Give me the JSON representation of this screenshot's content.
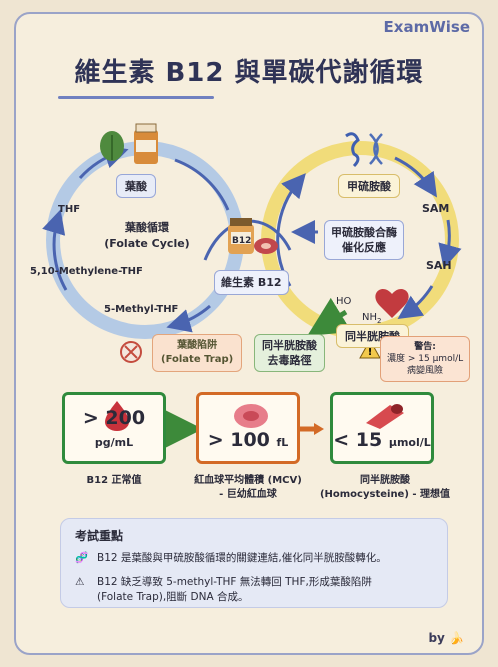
{
  "brand": "ExamWise",
  "title": "維生素 B12 與單碳代謝循環",
  "folate_cycle": {
    "top_label": "葉酸",
    "center_line1": "葉酸循環",
    "center_line2": "(Folate Cycle)",
    "thf": "THF",
    "methylene": "5,10-Methylene-THF",
    "methyl": "5-Methyl-THF"
  },
  "center": {
    "b12_jar": "B12",
    "b12_label": "維生素 B12"
  },
  "methionine_cycle": {
    "top_label": "甲硫胺酸",
    "sam": "SAM",
    "sah": "SAH",
    "enzyme_line1": "甲硫胺酸合酶",
    "enzyme_line2": "催化反應",
    "homocysteine": "同半胱胺酸",
    "ho": "HO",
    "nh2": "NH",
    "nh2_sub": "2"
  },
  "trap": {
    "line1": "葉酸陷阱",
    "line2": "(Folate Trap)"
  },
  "detox": {
    "line1": "同半胱胺酸",
    "line2": "去毒路徑"
  },
  "warning": {
    "line1": "警告:",
    "line2": "濃度 > 15 µmol/L",
    "line3": "病變風險"
  },
  "metrics": [
    {
      "value": "> 200",
      "unit": "pg/mL",
      "caption1": "B12 正常值",
      "caption2": "",
      "color": "#2f8a3c"
    },
    {
      "value": "> 100",
      "unit": "fL",
      "caption1": "紅血球平均體積 (MCV)",
      "caption2": "- 巨幼紅血球",
      "color": "#d36a26"
    },
    {
      "value": "< 15",
      "unit": "µmol/L",
      "caption1": "同半胱胺酸",
      "caption2": "(Homocysteine) - 理想值",
      "color": "#2f8a3c"
    }
  ],
  "key_points": {
    "heading": "考試重點",
    "point1": "B12 是葉酸與甲硫胺酸循環的關鍵連結,催化同半胱胺酸轉化。",
    "point2a": "B12 缺乏導致 5-methyl-THF 無法轉回 THF,形成葉酸陷阱",
    "point2b": "(Folate Trap),阻斷 DNA 合成。"
  },
  "signature": "by",
  "colors": {
    "blue_ring": "#7fa6d6",
    "yellow_ring": "#f1d257",
    "green": "#2f8a3c",
    "orange": "#d36a26",
    "red": "#d8444a"
  }
}
